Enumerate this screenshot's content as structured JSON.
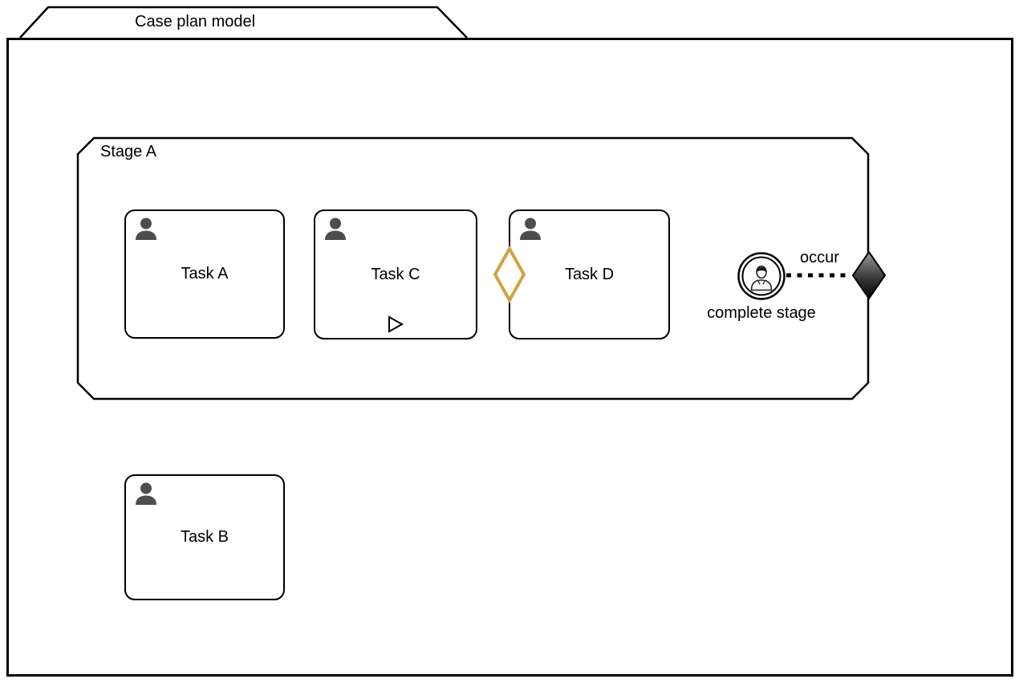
{
  "case_plan": {
    "title": "Case plan model"
  },
  "stage": {
    "label": "Stage A",
    "tasks": [
      {
        "label": "Task A",
        "type": "human-task"
      },
      {
        "label": "Task C",
        "type": "human-task",
        "decorator": "manual-activation"
      },
      {
        "label": "Task D",
        "type": "human-task",
        "has_entry_criterion": true
      }
    ],
    "event_listener": {
      "type": "user-event-listener",
      "label": "complete stage",
      "connection_label": "occur"
    },
    "has_exit_criterion": true
  },
  "tasks_outside_stage": [
    {
      "label": "Task B",
      "type": "human-task"
    }
  ],
  "colors": {
    "background": "#FFFFFF",
    "shape_border": "#000000",
    "entry_criterion_stroke": "#D0A344",
    "exit_criterion_top": "#9A9A9A",
    "exit_criterion_bottom": "#000000",
    "person_icon": "#4D4D4D"
  },
  "icons": {
    "task_assignee": "person-icon",
    "event": "user-event-person-icon",
    "manual_activation": "play-triangle-icon",
    "entry_criterion": "diamond-outline-icon",
    "exit_criterion": "diamond-filled-icon"
  }
}
